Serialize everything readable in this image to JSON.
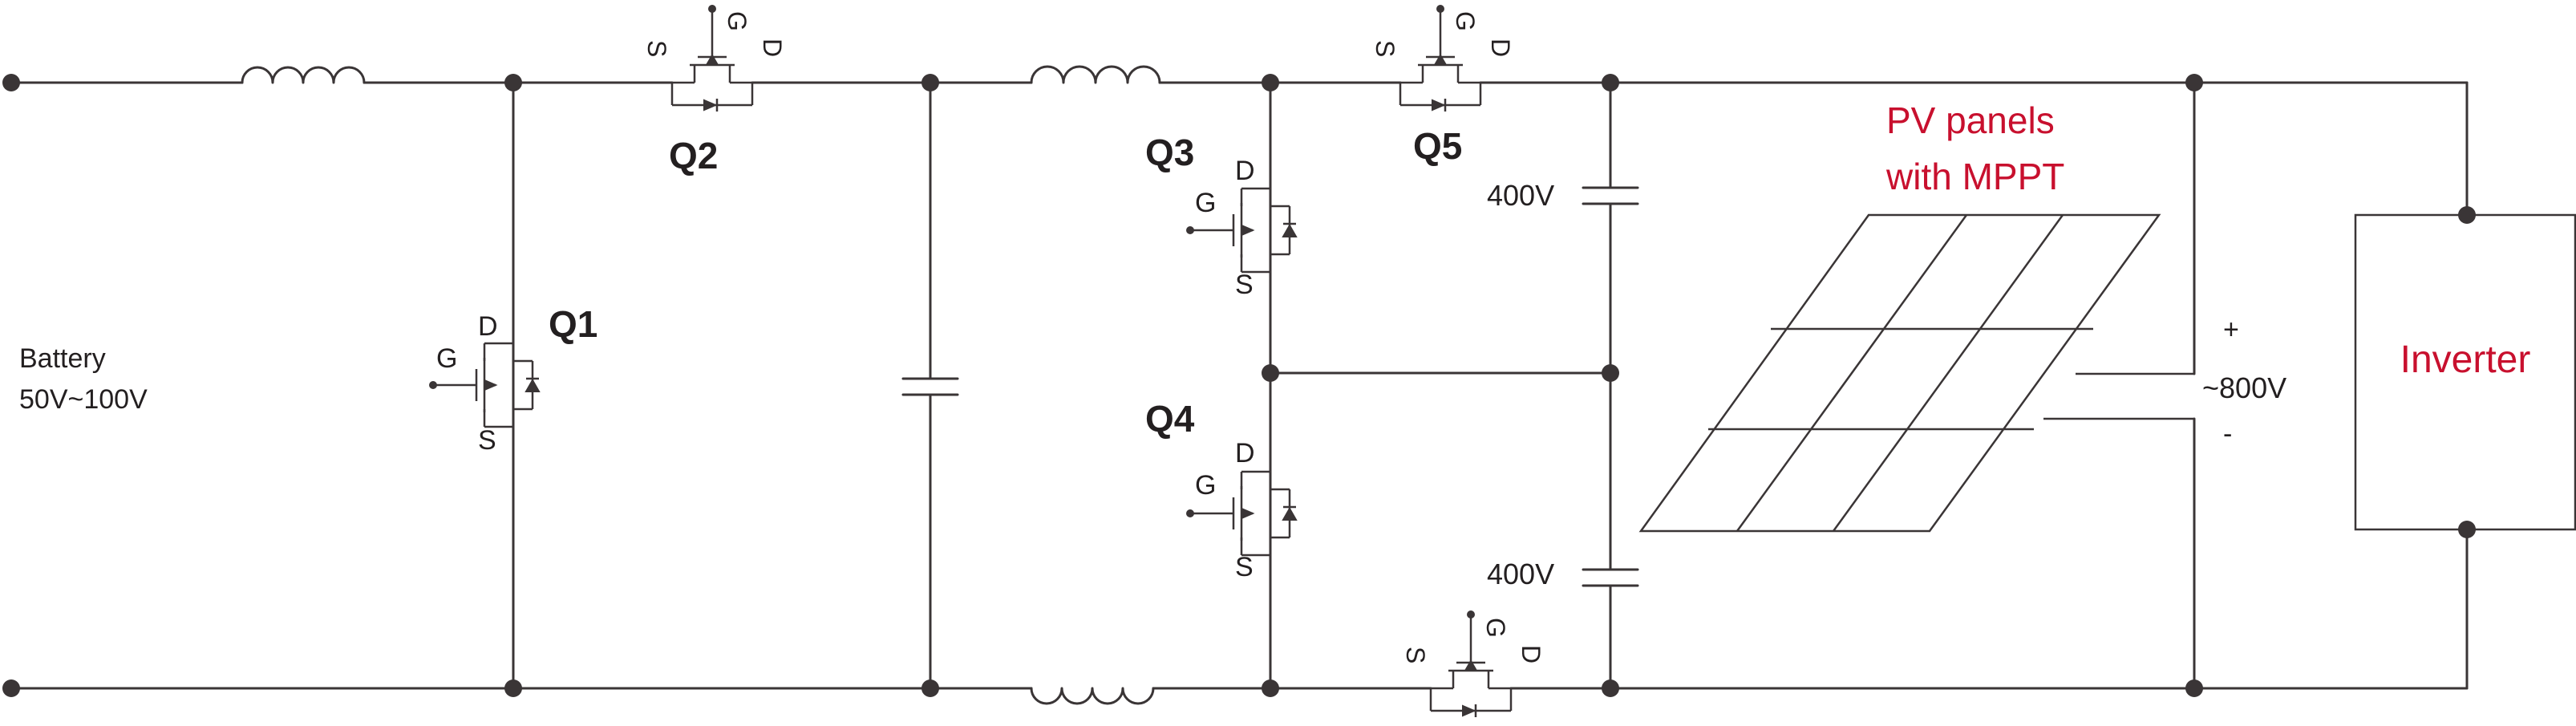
{
  "colors": {
    "wire": "#3a3536",
    "text": "#231f20",
    "accent": "#c8102e"
  },
  "icons": [
    "inductor-icon",
    "capacitor-icon",
    "mosfet-icon",
    "pv-panel-icon"
  ],
  "battery": {
    "label": "Battery",
    "voltage": "50V~100V"
  },
  "transistors": {
    "q1": "Q1",
    "q2": "Q2",
    "q3": "Q3",
    "q4": "Q4",
    "q5": "Q5",
    "gate": "G",
    "drain": "D",
    "source": "S"
  },
  "capacitors": {
    "upper": "400V",
    "lower": "400V"
  },
  "pv": {
    "line1": "PV panels",
    "line2": "with MPPT"
  },
  "output": {
    "plus": "+",
    "voltage": "~800V",
    "minus": "-"
  },
  "inverter": {
    "label": "Inverter"
  }
}
